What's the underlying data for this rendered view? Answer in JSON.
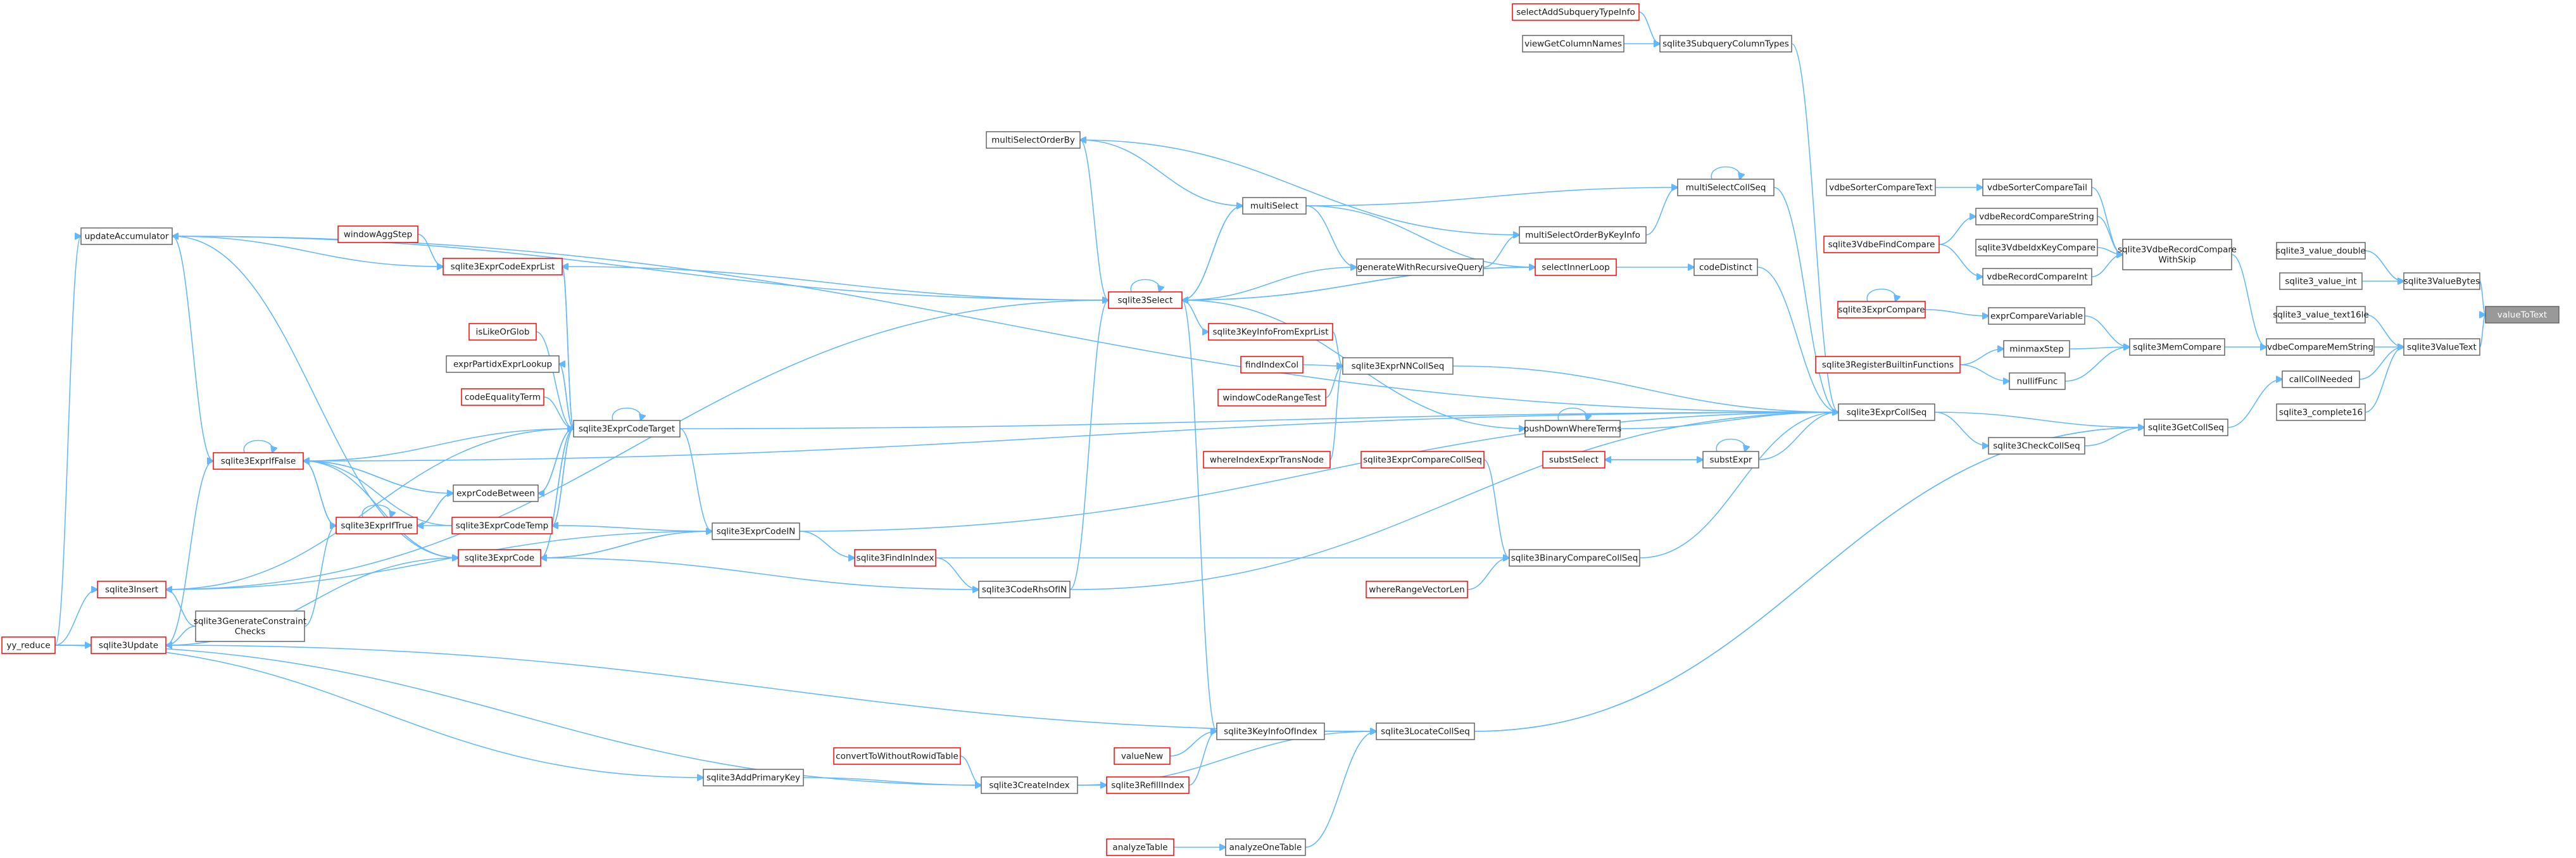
{
  "graph": {
    "kind": "caller-graph",
    "target": "valueToText",
    "colors": {
      "edge": "#63b8ff",
      "normal_border": "#666666",
      "truncated_border": "#ff0000",
      "target_fill": "#999999",
      "background": "#ffffff"
    },
    "nodes": [
      {
        "id": "valueToText",
        "label": "valueToText",
        "style": "target"
      },
      {
        "id": "sqlite3ValueBytes",
        "label": "sqlite3ValueBytes"
      },
      {
        "id": "sqlite3_value_double",
        "label": "sqlite3_value_double"
      },
      {
        "id": "sqlite3_value_int",
        "label": "sqlite3_value_int"
      },
      {
        "id": "sqlite3ValueText",
        "label": "sqlite3ValueText"
      },
      {
        "id": "sqlite3_value_text16le",
        "label": "sqlite3_value_text16le"
      },
      {
        "id": "callCollNeeded",
        "label": "callCollNeeded"
      },
      {
        "id": "sqlite3_complete16",
        "label": "sqlite3_complete16"
      },
      {
        "id": "vdbeCompareMemString",
        "label": "vdbeCompareMemString"
      },
      {
        "id": "sqlite3GetCollSeq",
        "label": "sqlite3GetCollSeq"
      },
      {
        "id": "sqlite3MemCompare",
        "label": "sqlite3MemCompare"
      },
      {
        "id": "sqlite3VdbeRecordCompareWithSkip",
        "label": "sqlite3VdbeRecordCompare WithSkip",
        "lines": [
          "sqlite3VdbeRecordCompare",
          "WithSkip"
        ]
      },
      {
        "id": "sqlite3CheckCollSeq",
        "label": "sqlite3CheckCollSeq"
      },
      {
        "id": "sqlite3LocateCollSeq",
        "label": "sqlite3LocateCollSeq"
      },
      {
        "id": "vdbeSorterCompareTail",
        "label": "vdbeSorterCompareTail"
      },
      {
        "id": "vdbeRecordCompareString",
        "label": "vdbeRecordCompareString"
      },
      {
        "id": "sqlite3VdbeIdxKeyCompare",
        "label": "sqlite3VdbeIdxKeyCompare"
      },
      {
        "id": "vdbeRecordCompareInt",
        "label": "vdbeRecordCompareInt"
      },
      {
        "id": "exprCompareVariable",
        "label": "exprCompareVariable"
      },
      {
        "id": "minmaxStep",
        "label": "minmaxStep"
      },
      {
        "id": "nullifFunc",
        "label": "nullifFunc"
      },
      {
        "id": "sqlite3ExprCollSeq",
        "label": "sqlite3ExprCollSeq"
      },
      {
        "id": "vdbeSorterCompareText",
        "label": "vdbeSorterCompareText"
      },
      {
        "id": "sqlite3VdbeFindCompare",
        "label": "sqlite3VdbeFindCompare",
        "style": "truncated"
      },
      {
        "id": "sqlite3ExprCompare",
        "label": "sqlite3ExprCompare",
        "style": "truncated"
      },
      {
        "id": "sqlite3RegisterBuiltinFunctions",
        "label": "sqlite3RegisterBuiltinFunctions",
        "style": "truncated"
      },
      {
        "id": "selectAddSubqueryTypeInfo",
        "label": "selectAddSubqueryTypeInfo",
        "style": "truncated"
      },
      {
        "id": "viewGetColumnNames",
        "label": "viewGetColumnNames"
      },
      {
        "id": "sqlite3SubqueryColumnTypes",
        "label": "sqlite3SubqueryColumnTypes"
      },
      {
        "id": "multiSelectCollSeq",
        "label": "multiSelectCollSeq"
      },
      {
        "id": "codeDistinct",
        "label": "codeDistinct"
      },
      {
        "id": "multiSelectOrderBy",
        "label": "multiSelectOrderBy"
      },
      {
        "id": "multiSelect",
        "label": "multiSelect"
      },
      {
        "id": "multiSelectOrderByKeyInfo",
        "label": "multiSelectOrderByKeyInfo"
      },
      {
        "id": "generateWithRecursiveQuery",
        "label": "generateWithRecursiveQuery"
      },
      {
        "id": "selectInnerLoop",
        "label": "selectInnerLoop",
        "style": "truncated"
      },
      {
        "id": "sqlite3Select",
        "label": "sqlite3Select",
        "style": "truncated"
      },
      {
        "id": "sqlite3KeyInfoFromExprList",
        "label": "sqlite3KeyInfoFromExprList",
        "style": "truncated"
      },
      {
        "id": "sqlite3ExprNNCollSeq",
        "label": "sqlite3ExprNNCollSeq"
      },
      {
        "id": "findIndexCol",
        "label": "findIndexCol",
        "style": "truncated"
      },
      {
        "id": "windowCodeRangeTest",
        "label": "windowCodeRangeTest",
        "style": "truncated"
      },
      {
        "id": "pushDownWhereTerms",
        "label": "pushDownWhereTerms"
      },
      {
        "id": "substExpr",
        "label": "substExpr"
      },
      {
        "id": "substSelect",
        "label": "substSelect",
        "style": "truncated"
      },
      {
        "id": "whereIndexExprTransNode",
        "label": "whereIndexExprTransNode",
        "style": "truncated"
      },
      {
        "id": "whereRangeVectorLen",
        "label": "whereRangeVectorLen",
        "style": "truncated"
      },
      {
        "id": "sqlite3BinaryCompareCollSeq",
        "label": "sqlite3BinaryCompareCollSeq"
      },
      {
        "id": "sqlite3ExprCompareCollSeq",
        "label": "sqlite3ExprCompareCollSeq",
        "style": "truncated"
      },
      {
        "id": "updateAccumulator",
        "label": "updateAccumulator"
      },
      {
        "id": "windowAggStep",
        "label": "windowAggStep",
        "style": "truncated"
      },
      {
        "id": "sqlite3ExprCodeExprList",
        "label": "sqlite3ExprCodeExprList",
        "style": "truncated"
      },
      {
        "id": "isLikeOrGlob",
        "label": "isLikeOrGlob",
        "style": "truncated"
      },
      {
        "id": "exprPartidxExprLookup",
        "label": "exprPartidxExprLookup"
      },
      {
        "id": "codeEqualityTerm",
        "label": "codeEqualityTerm",
        "style": "truncated"
      },
      {
        "id": "sqlite3ExprCodeTarget",
        "label": "sqlite3ExprCodeTarget"
      },
      {
        "id": "exprCodeBetween",
        "label": "exprCodeBetween"
      },
      {
        "id": "sqlite3ExprIfFalse",
        "label": "sqlite3ExprIfFalse",
        "style": "truncated"
      },
      {
        "id": "sqlite3ExprIfTrue",
        "label": "sqlite3ExprIfTrue",
        "style": "truncated"
      },
      {
        "id": "sqlite3ExprCodeTemp",
        "label": "sqlite3ExprCodeTemp",
        "style": "truncated"
      },
      {
        "id": "sqlite3ExprCode",
        "label": "sqlite3ExprCode",
        "style": "truncated"
      },
      {
        "id": "sqlite3ExprCodeIN",
        "label": "sqlite3ExprCodeIN"
      },
      {
        "id": "sqlite3FindInIndex",
        "label": "sqlite3FindInIndex",
        "style": "truncated"
      },
      {
        "id": "sqlite3CodeRhsOfIN",
        "label": "sqlite3CodeRhsOfIN"
      },
      {
        "id": "sqlite3Insert",
        "label": "sqlite3Insert",
        "style": "truncated"
      },
      {
        "id": "sqlite3GenerateConstraintChecks",
        "label": "sqlite3GenerateConstraint Checks",
        "lines": [
          "sqlite3GenerateConstraint",
          "Checks"
        ]
      },
      {
        "id": "yy_reduce",
        "label": "yy_reduce",
        "style": "truncated"
      },
      {
        "id": "sqlite3Update",
        "label": "sqlite3Update",
        "style": "truncated"
      },
      {
        "id": "sqlite3KeyInfoOfIndex",
        "label": "sqlite3KeyInfoOfIndex"
      },
      {
        "id": "valueNew",
        "label": "valueNew",
        "style": "truncated"
      },
      {
        "id": "sqlite3RefillIndex",
        "label": "sqlite3RefillIndex",
        "style": "truncated"
      },
      {
        "id": "convertToWithoutRowidTable",
        "label": "convertToWithoutRowidTable",
        "style": "truncated"
      },
      {
        "id": "sqlite3AddPrimaryKey",
        "label": "sqlite3AddPrimaryKey"
      },
      {
        "id": "sqlite3CreateIndex",
        "label": "sqlite3CreateIndex"
      },
      {
        "id": "analyzeTable",
        "label": "analyzeTable",
        "style": "truncated"
      },
      {
        "id": "analyzeOneTable",
        "label": "analyzeOneTable"
      }
    ],
    "edges": [
      [
        "sqlite3ValueBytes",
        "valueToText"
      ],
      [
        "sqlite3ValueText",
        "valueToText"
      ],
      [
        "sqlite3_value_double",
        "sqlite3ValueBytes"
      ],
      [
        "sqlite3_value_int",
        "sqlite3ValueBytes"
      ],
      [
        "sqlite3_value_text16le",
        "sqlite3ValueText"
      ],
      [
        "callCollNeeded",
        "sqlite3ValueText"
      ],
      [
        "sqlite3_complete16",
        "sqlite3ValueText"
      ],
      [
        "vdbeCompareMemString",
        "sqlite3ValueText"
      ],
      [
        "sqlite3GetCollSeq",
        "callCollNeeded"
      ],
      [
        "sqlite3MemCompare",
        "vdbeCompareMemString"
      ],
      [
        "sqlite3VdbeRecordCompareWithSkip",
        "vdbeCompareMemString"
      ],
      [
        "sqlite3CheckCollSeq",
        "sqlite3GetCollSeq"
      ],
      [
        "sqlite3LocateCollSeq",
        "sqlite3GetCollSeq"
      ],
      [
        "sqlite3ExprCollSeq",
        "sqlite3GetCollSeq"
      ],
      [
        "vdbeSorterCompareTail",
        "sqlite3VdbeRecordCompareWithSkip"
      ],
      [
        "vdbeRecordCompareString",
        "sqlite3VdbeRecordCompareWithSkip"
      ],
      [
        "sqlite3VdbeIdxKeyCompare",
        "sqlite3VdbeRecordCompareWithSkip"
      ],
      [
        "vdbeRecordCompareInt",
        "sqlite3VdbeRecordCompareWithSkip"
      ],
      [
        "vdbeSorterCompareText",
        "vdbeSorterCompareTail"
      ],
      [
        "sqlite3VdbeFindCompare",
        "vdbeRecordCompareString"
      ],
      [
        "sqlite3VdbeFindCompare",
        "vdbeRecordCompareInt"
      ],
      [
        "exprCompareVariable",
        "sqlite3MemCompare"
      ],
      [
        "minmaxStep",
        "sqlite3MemCompare"
      ],
      [
        "nullifFunc",
        "sqlite3MemCompare"
      ],
      [
        "sqlite3ExprCompare",
        "exprCompareVariable"
      ],
      [
        "sqlite3ExprCompare",
        "sqlite3ExprCompare"
      ],
      [
        "sqlite3RegisterBuiltinFunctions",
        "minmaxStep"
      ],
      [
        "sqlite3RegisterBuiltinFunctions",
        "nullifFunc"
      ],
      [
        "sqlite3ExprCollSeq",
        "sqlite3CheckCollSeq"
      ],
      [
        "selectAddSubqueryTypeInfo",
        "sqlite3SubqueryColumnTypes"
      ],
      [
        "viewGetColumnNames",
        "sqlite3SubqueryColumnTypes"
      ],
      [
        "sqlite3SubqueryColumnTypes",
        "sqlite3ExprCollSeq"
      ],
      [
        "multiSelectCollSeq",
        "sqlite3ExprCollSeq"
      ],
      [
        "multiSelectCollSeq",
        "multiSelectCollSeq"
      ],
      [
        "codeDistinct",
        "sqlite3ExprCollSeq"
      ],
      [
        "selectInnerLoop",
        "codeDistinct"
      ],
      [
        "multiSelect",
        "multiSelectCollSeq"
      ],
      [
        "multiSelectOrderByKeyInfo",
        "multiSelectCollSeq"
      ],
      [
        "multiSelectOrderBy",
        "multiSelectOrderByKeyInfo"
      ],
      [
        "multiSelectOrderBy",
        "sqlite3Select"
      ],
      [
        "multiSelect",
        "multiSelectOrderBy"
      ],
      [
        "multiSelect",
        "generateWithRecursiveQuery"
      ],
      [
        "multiSelect",
        "selectInnerLoop"
      ],
      [
        "multiSelect",
        "sqlite3Select"
      ],
      [
        "sqlite3Select",
        "multiSelect"
      ],
      [
        "generateWithRecursiveQuery",
        "sqlite3Select"
      ],
      [
        "generateWithRecursiveQuery",
        "multiSelectOrderByKeyInfo"
      ],
      [
        "selectInnerLoop",
        "sqlite3Select"
      ],
      [
        "sqlite3Select",
        "selectInnerLoop"
      ],
      [
        "sqlite3Select",
        "sqlite3Select"
      ],
      [
        "sqlite3Select",
        "updateAccumulator"
      ],
      [
        "sqlite3Select",
        "sqlite3ExprCodeExprList"
      ],
      [
        "sqlite3Select",
        "sqlite3KeyInfoFromExprList"
      ],
      [
        "sqlite3Select",
        "sqlite3KeyInfoOfIndex"
      ],
      [
        "sqlite3KeyInfoFromExprList",
        "sqlite3ExprNNCollSeq"
      ],
      [
        "findIndexCol",
        "sqlite3ExprNNCollSeq"
      ],
      [
        "windowCodeRangeTest",
        "sqlite3ExprNNCollSeq"
      ],
      [
        "whereIndexExprTransNode",
        "sqlite3ExprNNCollSeq"
      ],
      [
        "sqlite3ExprNNCollSeq",
        "sqlite3ExprCollSeq"
      ],
      [
        "pushDownWhereTerms",
        "sqlite3ExprCollSeq"
      ],
      [
        "pushDownWhereTerms",
        "pushDownWhereTerms"
      ],
      [
        "sqlite3Select",
        "pushDownWhereTerms"
      ],
      [
        "substExpr",
        "sqlite3ExprCollSeq"
      ],
      [
        "substExpr",
        "substExpr"
      ],
      [
        "substSelect",
        "substExpr"
      ],
      [
        "substExpr",
        "substSelect"
      ],
      [
        "sqlite3ExprCompareCollSeq",
        "sqlite3BinaryCompareCollSeq"
      ],
      [
        "whereRangeVectorLen",
        "sqlite3BinaryCompareCollSeq"
      ],
      [
        "sqlite3BinaryCompareCollSeq",
        "sqlite3ExprCollSeq"
      ],
      [
        "sqlite3FindInIndex",
        "sqlite3BinaryCompareCollSeq"
      ],
      [
        "sqlite3ExprCodeTarget",
        "sqlite3ExprCollSeq"
      ],
      [
        "sqlite3ExprCodeIN",
        "sqlite3ExprCollSeq"
      ],
      [
        "sqlite3CodeRhsOfIN",
        "sqlite3ExprCollSeq"
      ],
      [
        "sqlite3ExprIfFalse",
        "sqlite3ExprCollSeq"
      ],
      [
        "updateAccumulator",
        "sqlite3ExprCollSeq"
      ],
      [
        "windowAggStep",
        "sqlite3ExprCodeExprList"
      ],
      [
        "updateAccumulator",
        "sqlite3ExprCodeExprList"
      ],
      [
        "sqlite3ExprCodeExprList",
        "sqlite3ExprCodeTarget"
      ],
      [
        "isLikeOrGlob",
        "sqlite3ExprCodeTarget"
      ],
      [
        "exprPartidxExprLookup",
        "sqlite3ExprCodeTarget"
      ],
      [
        "sqlite3ExprCodeTarget",
        "exprPartidxExprLookup"
      ],
      [
        "codeEqualityTerm",
        "sqlite3ExprCodeTarget"
      ],
      [
        "sqlite3ExprCodeTarget",
        "sqlite3ExprCodeTarget"
      ],
      [
        "sqlite3ExprCodeTarget",
        "sqlite3ExprCodeExprList"
      ],
      [
        "sqlite3ExprCodeTarget",
        "sqlite3ExprIfFalse"
      ],
      [
        "sqlite3ExprCodeTarget",
        "sqlite3ExprCodeTemp"
      ],
      [
        "sqlite3ExprCodeTarget",
        "sqlite3ExprCode"
      ],
      [
        "sqlite3ExprCodeTarget",
        "exprCodeBetween"
      ],
      [
        "sqlite3ExprCodeTarget",
        "sqlite3ExprCodeIN"
      ],
      [
        "exprCodeBetween",
        "sqlite3ExprIfFalse"
      ],
      [
        "exprCodeBetween",
        "sqlite3ExprIfTrue"
      ],
      [
        "exprCodeBetween",
        "sqlite3ExprCodeTarget"
      ],
      [
        "sqlite3ExprIfFalse",
        "sqlite3ExprIfFalse"
      ],
      [
        "sqlite3ExprIfFalse",
        "sqlite3ExprIfTrue"
      ],
      [
        "sqlite3ExprIfTrue",
        "sqlite3ExprIfFalse"
      ],
      [
        "sqlite3ExprIfTrue",
        "sqlite3ExprIfTrue"
      ],
      [
        "sqlite3ExprIfFalse",
        "exprCodeBetween"
      ],
      [
        "sqlite3ExprIfTrue",
        "exprCodeBetween"
      ],
      [
        "sqlite3ExprCodeTemp",
        "sqlite3ExprCodeTarget"
      ],
      [
        "sqlite3ExprCodeTemp",
        "sqlite3ExprIfFalse"
      ],
      [
        "sqlite3ExprCodeTemp",
        "sqlite3ExprIfTrue"
      ],
      [
        "sqlite3ExprCode",
        "sqlite3ExprCodeTarget"
      ],
      [
        "sqlite3ExprCode",
        "sqlite3ExprIfFalse"
      ],
      [
        "sqlite3ExprCode",
        "sqlite3ExprCodeIN"
      ],
      [
        "sqlite3ExprCodeIN",
        "sqlite3ExprCode"
      ],
      [
        "sqlite3ExprCodeIN",
        "sqlite3ExprCodeTemp"
      ],
      [
        "sqlite3ExprCodeIN",
        "sqlite3FindInIndex"
      ],
      [
        "sqlite3FindInIndex",
        "sqlite3CodeRhsOfIN"
      ],
      [
        "sqlite3CodeRhsOfIN",
        "sqlite3Select"
      ],
      [
        "sqlite3CodeRhsOfIN",
        "sqlite3ExprCode"
      ],
      [
        "updateAccumulator",
        "sqlite3ExprIfFalse"
      ],
      [
        "updateAccumulator",
        "sqlite3ExprCode"
      ],
      [
        "sqlite3Insert",
        "sqlite3ExprCodeTarget"
      ],
      [
        "sqlite3Insert",
        "sqlite3ExprCodeIN"
      ],
      [
        "sqlite3Insert",
        "sqlite3Select"
      ],
      [
        "sqlite3GenerateConstraintChecks",
        "sqlite3Insert"
      ],
      [
        "sqlite3GenerateConstraintChecks",
        "sqlite3ExprIfTrue"
      ],
      [
        "sqlite3GenerateConstraintChecks",
        "sqlite3Update"
      ],
      [
        "yy_reduce",
        "sqlite3Insert"
      ],
      [
        "yy_reduce",
        "sqlite3Update"
      ],
      [
        "yy_reduce",
        "sqlite3AddPrimaryKey"
      ],
      [
        "yy_reduce",
        "sqlite3CreateIndex"
      ],
      [
        "yy_reduce",
        "updateAccumulator"
      ],
      [
        "sqlite3Update",
        "sqlite3ExprIfFalse"
      ],
      [
        "sqlite3Update",
        "sqlite3ExprCode"
      ],
      [
        "sqlite3Update",
        "sqlite3LocateCollSeq"
      ],
      [
        "valueNew",
        "sqlite3KeyInfoOfIndex"
      ],
      [
        "sqlite3RefillIndex",
        "sqlite3KeyInfoOfIndex"
      ],
      [
        "sqlite3KeyInfoOfIndex",
        "sqlite3LocateCollSeq"
      ],
      [
        "sqlite3LocateCollSeq",
        "sqlite3GetCollSeq"
      ],
      [
        "convertToWithoutRowidTable",
        "sqlite3CreateIndex"
      ],
      [
        "sqlite3AddPrimaryKey",
        "sqlite3CreateIndex"
      ],
      [
        "sqlite3CreateIndex",
        "sqlite3RefillIndex"
      ],
      [
        "sqlite3CreateIndex",
        "sqlite3LocateCollSeq"
      ],
      [
        "analyzeTable",
        "analyzeOneTable"
      ],
      [
        "analyzeOneTable",
        "sqlite3LocateCollSeq"
      ]
    ]
  }
}
